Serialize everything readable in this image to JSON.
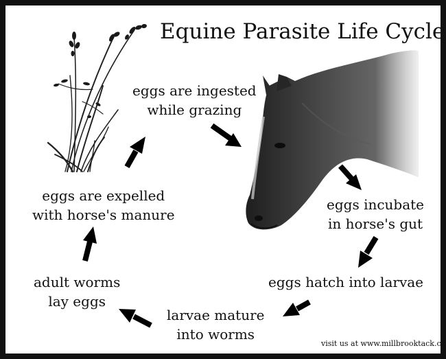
{
  "title": "Equine Parasite Life Cycle",
  "steps": [
    {
      "line1": "eggs are ingested",
      "line2": "while grazing"
    },
    {
      "line1": "eggs incubate",
      "line2": "in horse's gut"
    },
    {
      "line1": "eggs hatch into larvae",
      "line2": ""
    },
    {
      "line1": "larvae mature",
      "line2": "into worms"
    },
    {
      "line1": "adult worms",
      "line2": "lay eggs"
    },
    {
      "line1": "eggs are expelled",
      "line2": "with horse's manure"
    }
  ],
  "credit": "visit us at www.millbrooktack.com",
  "images": {
    "grass": "grass-illustration",
    "horse": "horse-head-photo"
  }
}
